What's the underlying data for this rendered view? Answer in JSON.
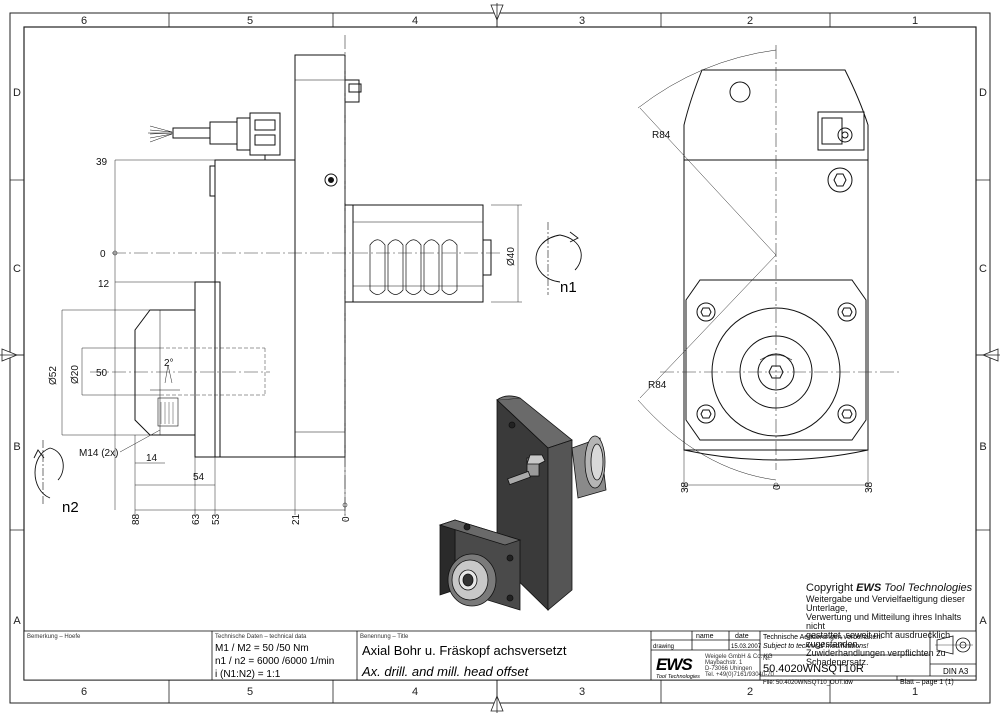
{
  "zones": {
    "columns": [
      "6",
      "5",
      "4",
      "3",
      "2",
      "1"
    ],
    "rows": [
      "D",
      "C",
      "B",
      "A"
    ]
  },
  "dimensions": {
    "left_view": [
      "39",
      "0",
      "12",
      "50",
      "Ø52",
      "Ø20",
      "2°",
      "M14 (2x)",
      "14",
      "54",
      "88",
      "63",
      "53",
      "21",
      "0",
      "Ø40"
    ],
    "rotation": [
      "n1",
      "n2"
    ],
    "right_view": [
      "R84",
      "R84",
      "38",
      "0",
      "38"
    ]
  },
  "copyright": {
    "title_prefix": "Copyright",
    "title_brand": "EWS",
    "title_suffix": "Tool Technologies",
    "lines": [
      "Weitergabe und Vervielfaeltigung dieser Unterlage,",
      "Verwertung und Mitteilung ihres Inhalts nicht",
      "gestattet, soweit nicht ausdruecklich zugestanden.",
      "Zuwiderhandlungen verpflichten zu Schadenersatz."
    ]
  },
  "title_block": {
    "remark_label": "Bemerkung – Hoefe",
    "tech_label": "Technische Daten – technical data",
    "tech_lines": [
      "M1 / M2 = 50  /50  Nm",
      "n1 / n2 = 6000 /6000  1/min",
      "i  (N1:N2)  = 1:1"
    ],
    "designation_label": "Benennung – Title",
    "title_de": "Axial Bohr u. Fräskopf achsversetzt",
    "title_en": "Ax. drill. and mill. head offset",
    "name_header": "name",
    "date_header": "date",
    "drawing_label": "drawing",
    "drawing_date": "15.03.2007",
    "logo": "EWS",
    "logo_sub": "Tool Technologies",
    "company_lines": [
      "Weigele GmbH & Co. KG",
      "Maybachstr. 1",
      "D-73066 Uhingen",
      "Tel. +49(0)7161/93040-70"
    ],
    "changes_de": "Technische Aenderungen vorbehalten!",
    "changes_en": "Subject to technical modifications!",
    "nr_label": "Nr.",
    "part_number": "50.4020WNSQT10R",
    "format": "DIN A3",
    "file_label": "File: 50.4020WNSQT10_OUT.idw",
    "sheet_label": "Blatt – page  1 (1)"
  }
}
